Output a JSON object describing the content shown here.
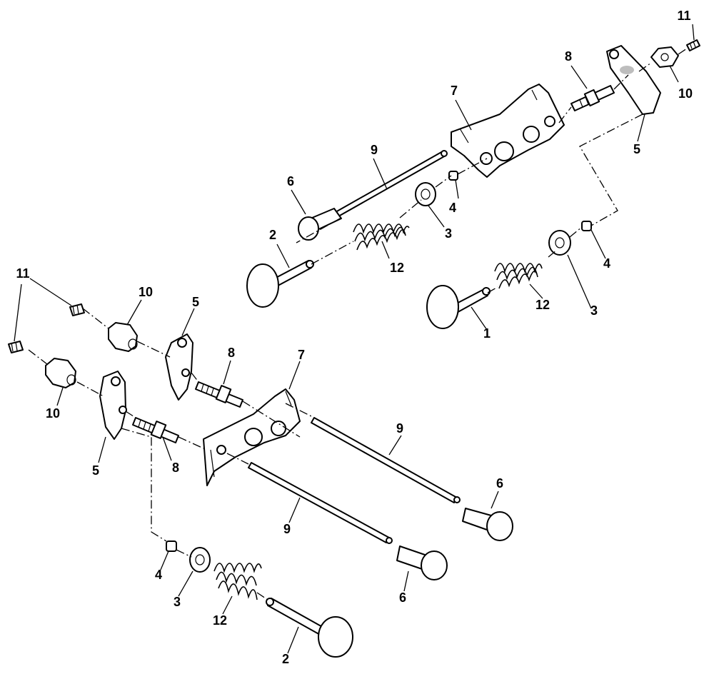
{
  "labels": {
    "l1": "1",
    "l2a": "2",
    "l2b": "2",
    "l3a": "3",
    "l3b": "3",
    "l3c": "3",
    "l4a": "4",
    "l4b": "4",
    "l4c": "4",
    "l5a": "5",
    "l5b": "5",
    "l5c": "5",
    "l6a": "6",
    "l6b": "6",
    "l6c": "6",
    "l7a": "7",
    "l7b": "7",
    "l8a": "8",
    "l8b": "8",
    "l8c": "8",
    "l9a": "9",
    "l9b": "9",
    "l9c": "9",
    "l10a": "10",
    "l10b": "10",
    "l10c": "10",
    "l11a": "11",
    "l11b": "11",
    "l12a": "12",
    "l12b": "12",
    "l12c": "12"
  }
}
